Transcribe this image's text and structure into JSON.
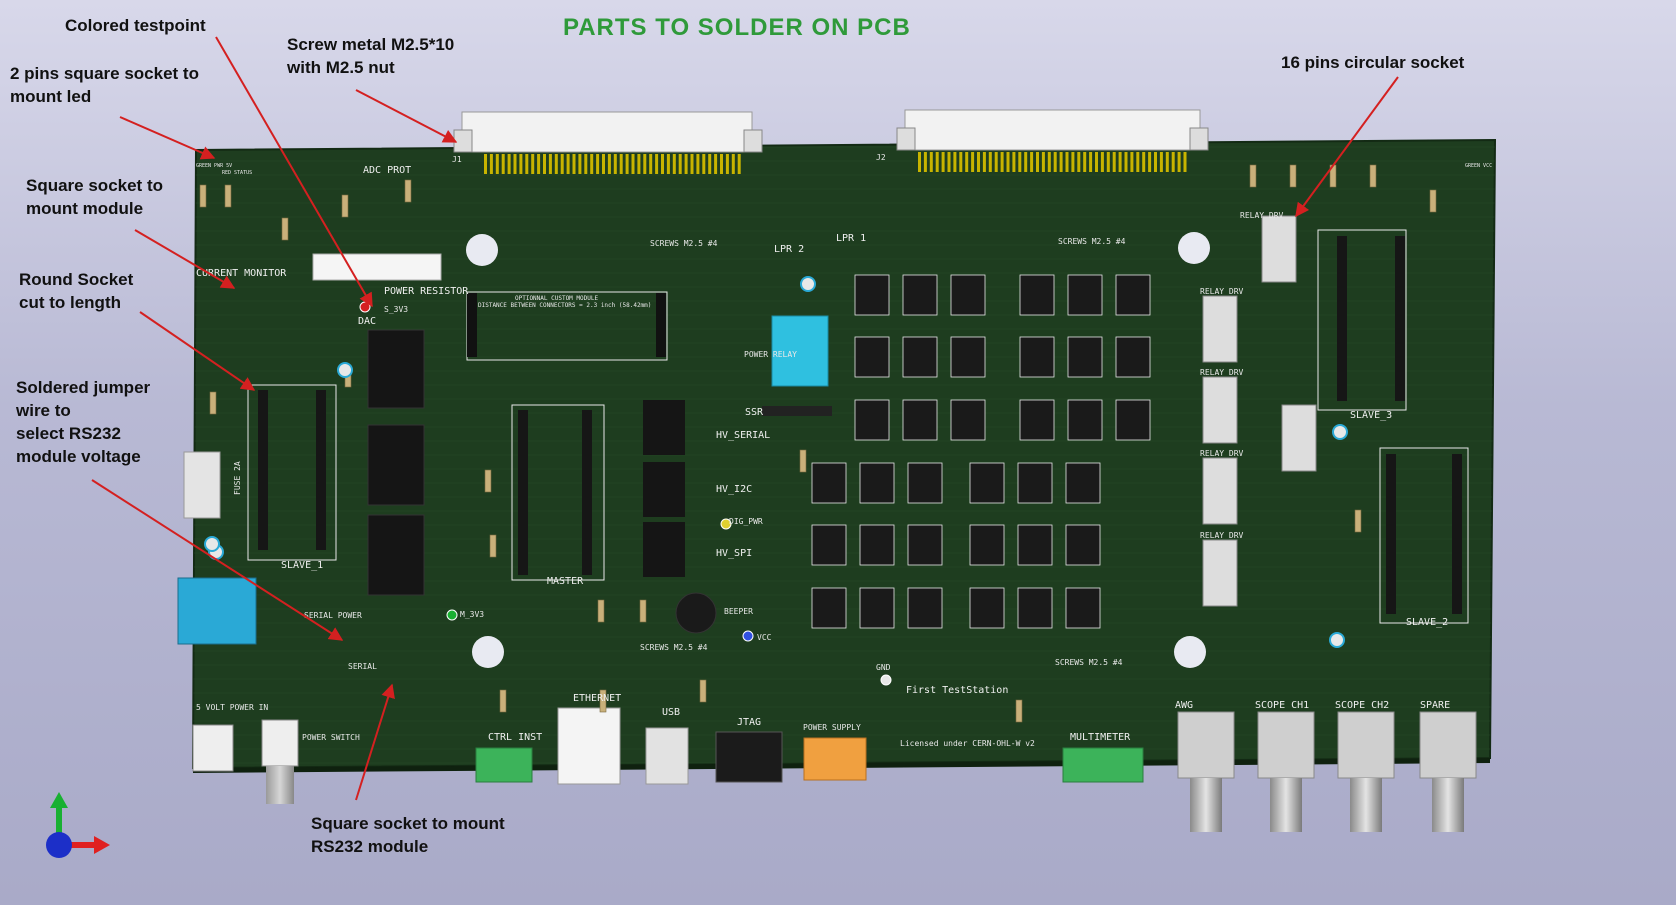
{
  "title": "PARTS TO SOLDER ON PCB",
  "annotations": [
    {
      "id": "colored-testpoint",
      "lines": [
        "Colored testpoint"
      ]
    },
    {
      "id": "screw-metal",
      "lines": [
        "Screw metal M2.5*10",
        "with M2.5 nut"
      ]
    },
    {
      "id": "led-socket",
      "lines": [
        "2 pins square socket to",
        "mount led"
      ]
    },
    {
      "id": "module-socket",
      "lines": [
        "Square socket to",
        "mount module"
      ]
    },
    {
      "id": "round-socket",
      "lines": [
        "Round Socket",
        "cut to length"
      ]
    },
    {
      "id": "jumper-wire",
      "lines": [
        "Soldered jumper",
        "wire to",
        "select RS232",
        "module voltage"
      ]
    },
    {
      "id": "circular-socket",
      "lines": [
        "16 pins circular socket"
      ]
    },
    {
      "id": "rs232-socket",
      "lines": [
        "Square socket to mount",
        "RS232 module"
      ]
    }
  ],
  "colors": {
    "pcb": "#1e3d1f",
    "silkscreen": "#e8e8e8",
    "title": "#2f9a3a",
    "arrow": "#d42020",
    "header_pins": "#c8b400",
    "relay": "#2fc0e0",
    "terminal": "#3cb35a",
    "power_terminal": "#f0a040"
  },
  "pcb": {
    "labels": {
      "slave1": "SLAVE_1",
      "slave2": "SLAVE_2",
      "slave3": "SLAVE_3",
      "master": "MASTER",
      "adc_prot": "ADC PROT",
      "current_monitor": "CURRENT MONITOR",
      "power_resistor": "POWER RESISTOR",
      "dac": "DAC",
      "lpr2": "LPR 2",
      "lpr1": "LPR 1",
      "power_relay": "POWER RELAY",
      "ssr": "SSR",
      "hv_serial": "HV_SERIAL",
      "hv_i2c": "HV_I2C",
      "hv_spi": "HV_SPI",
      "dig_pwr": "DIG_PWR",
      "beeper": "BEEPER",
      "vcc": "VCC",
      "gnd": "GND",
      "serial_power": "SERIAL POWER",
      "serial": "SERIAL",
      "fuse": "FUSE 2A",
      "power_in": "5 VOLT POWER IN",
      "power_switch": "POWER SWITCH",
      "ethernet": "ETHERNET",
      "usb": "USB",
      "jtag": "JTAG",
      "power_supply": "POWER SUPPLY",
      "ctrl_inst": "CTRL INST",
      "multimeter": "MULTIMETER",
      "awg": "AWG",
      "scope_ch1": "SCOPE CH1",
      "scope_ch2": "SCOPE CH2",
      "spare": "SPARE",
      "first_teststation": "First TestStation",
      "license": "Licensed under CERN-OHL-W v2",
      "screws": "SCREWS M2.5 #4",
      "relay_drv": "RELAY DRV",
      "j1": "J1",
      "j2": "J2",
      "optional_module": "OPTIONNAL CUSTOM MODULE",
      "module_distance": "DISTANCE BETWEEN CONNECTORS = 2.3 inch (58.42mm)",
      "s3v3": "S_3V3",
      "m3v3": "M_3V3",
      "green_pwr": "GREEN PWR 5V",
      "red_status": "RED STATUS",
      "green_vcc": "GREEN VCC"
    }
  }
}
